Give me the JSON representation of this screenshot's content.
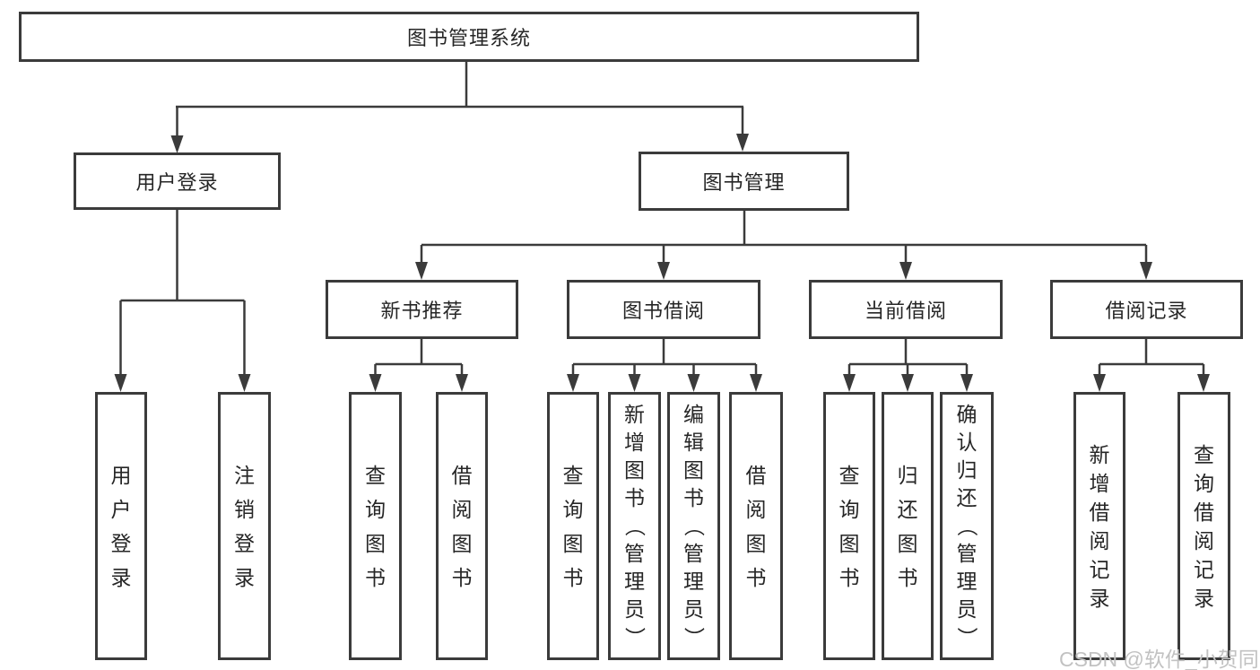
{
  "tree": {
    "root": {
      "label": "图书管理系统"
    },
    "level2": [
      {
        "label": "用户登录"
      },
      {
        "label": "图书管理"
      }
    ],
    "level3": [
      {
        "label": "新书推荐"
      },
      {
        "label": "图书借阅"
      },
      {
        "label": "当前借阅"
      },
      {
        "label": "借阅记录"
      }
    ],
    "leaves": {
      "user_login": [
        {
          "label": "用户登录"
        },
        {
          "label": "注销登录"
        }
      ],
      "new_book": [
        {
          "label": "查询图书"
        },
        {
          "label": "借阅图书"
        }
      ],
      "borrow": [
        {
          "label": "查询图书"
        },
        {
          "label": "新增图书（管理员）"
        },
        {
          "label": "编辑图书（管理员）"
        },
        {
          "label": "借阅图书"
        }
      ],
      "current": [
        {
          "label": "查询图书"
        },
        {
          "label": "归还图书"
        },
        {
          "label": "确认归还（管理员）"
        }
      ],
      "records": [
        {
          "label": "新增借阅记录"
        },
        {
          "label": "查询借阅记录"
        }
      ]
    }
  },
  "watermark": {
    "text": "CSDN @软件_小贺同学"
  },
  "colors": {
    "line": "#3b3b3b",
    "box_border": "#3b3b3b",
    "text": "#262626",
    "watermark": "#c2c2c2",
    "background": "#ffffff"
  }
}
